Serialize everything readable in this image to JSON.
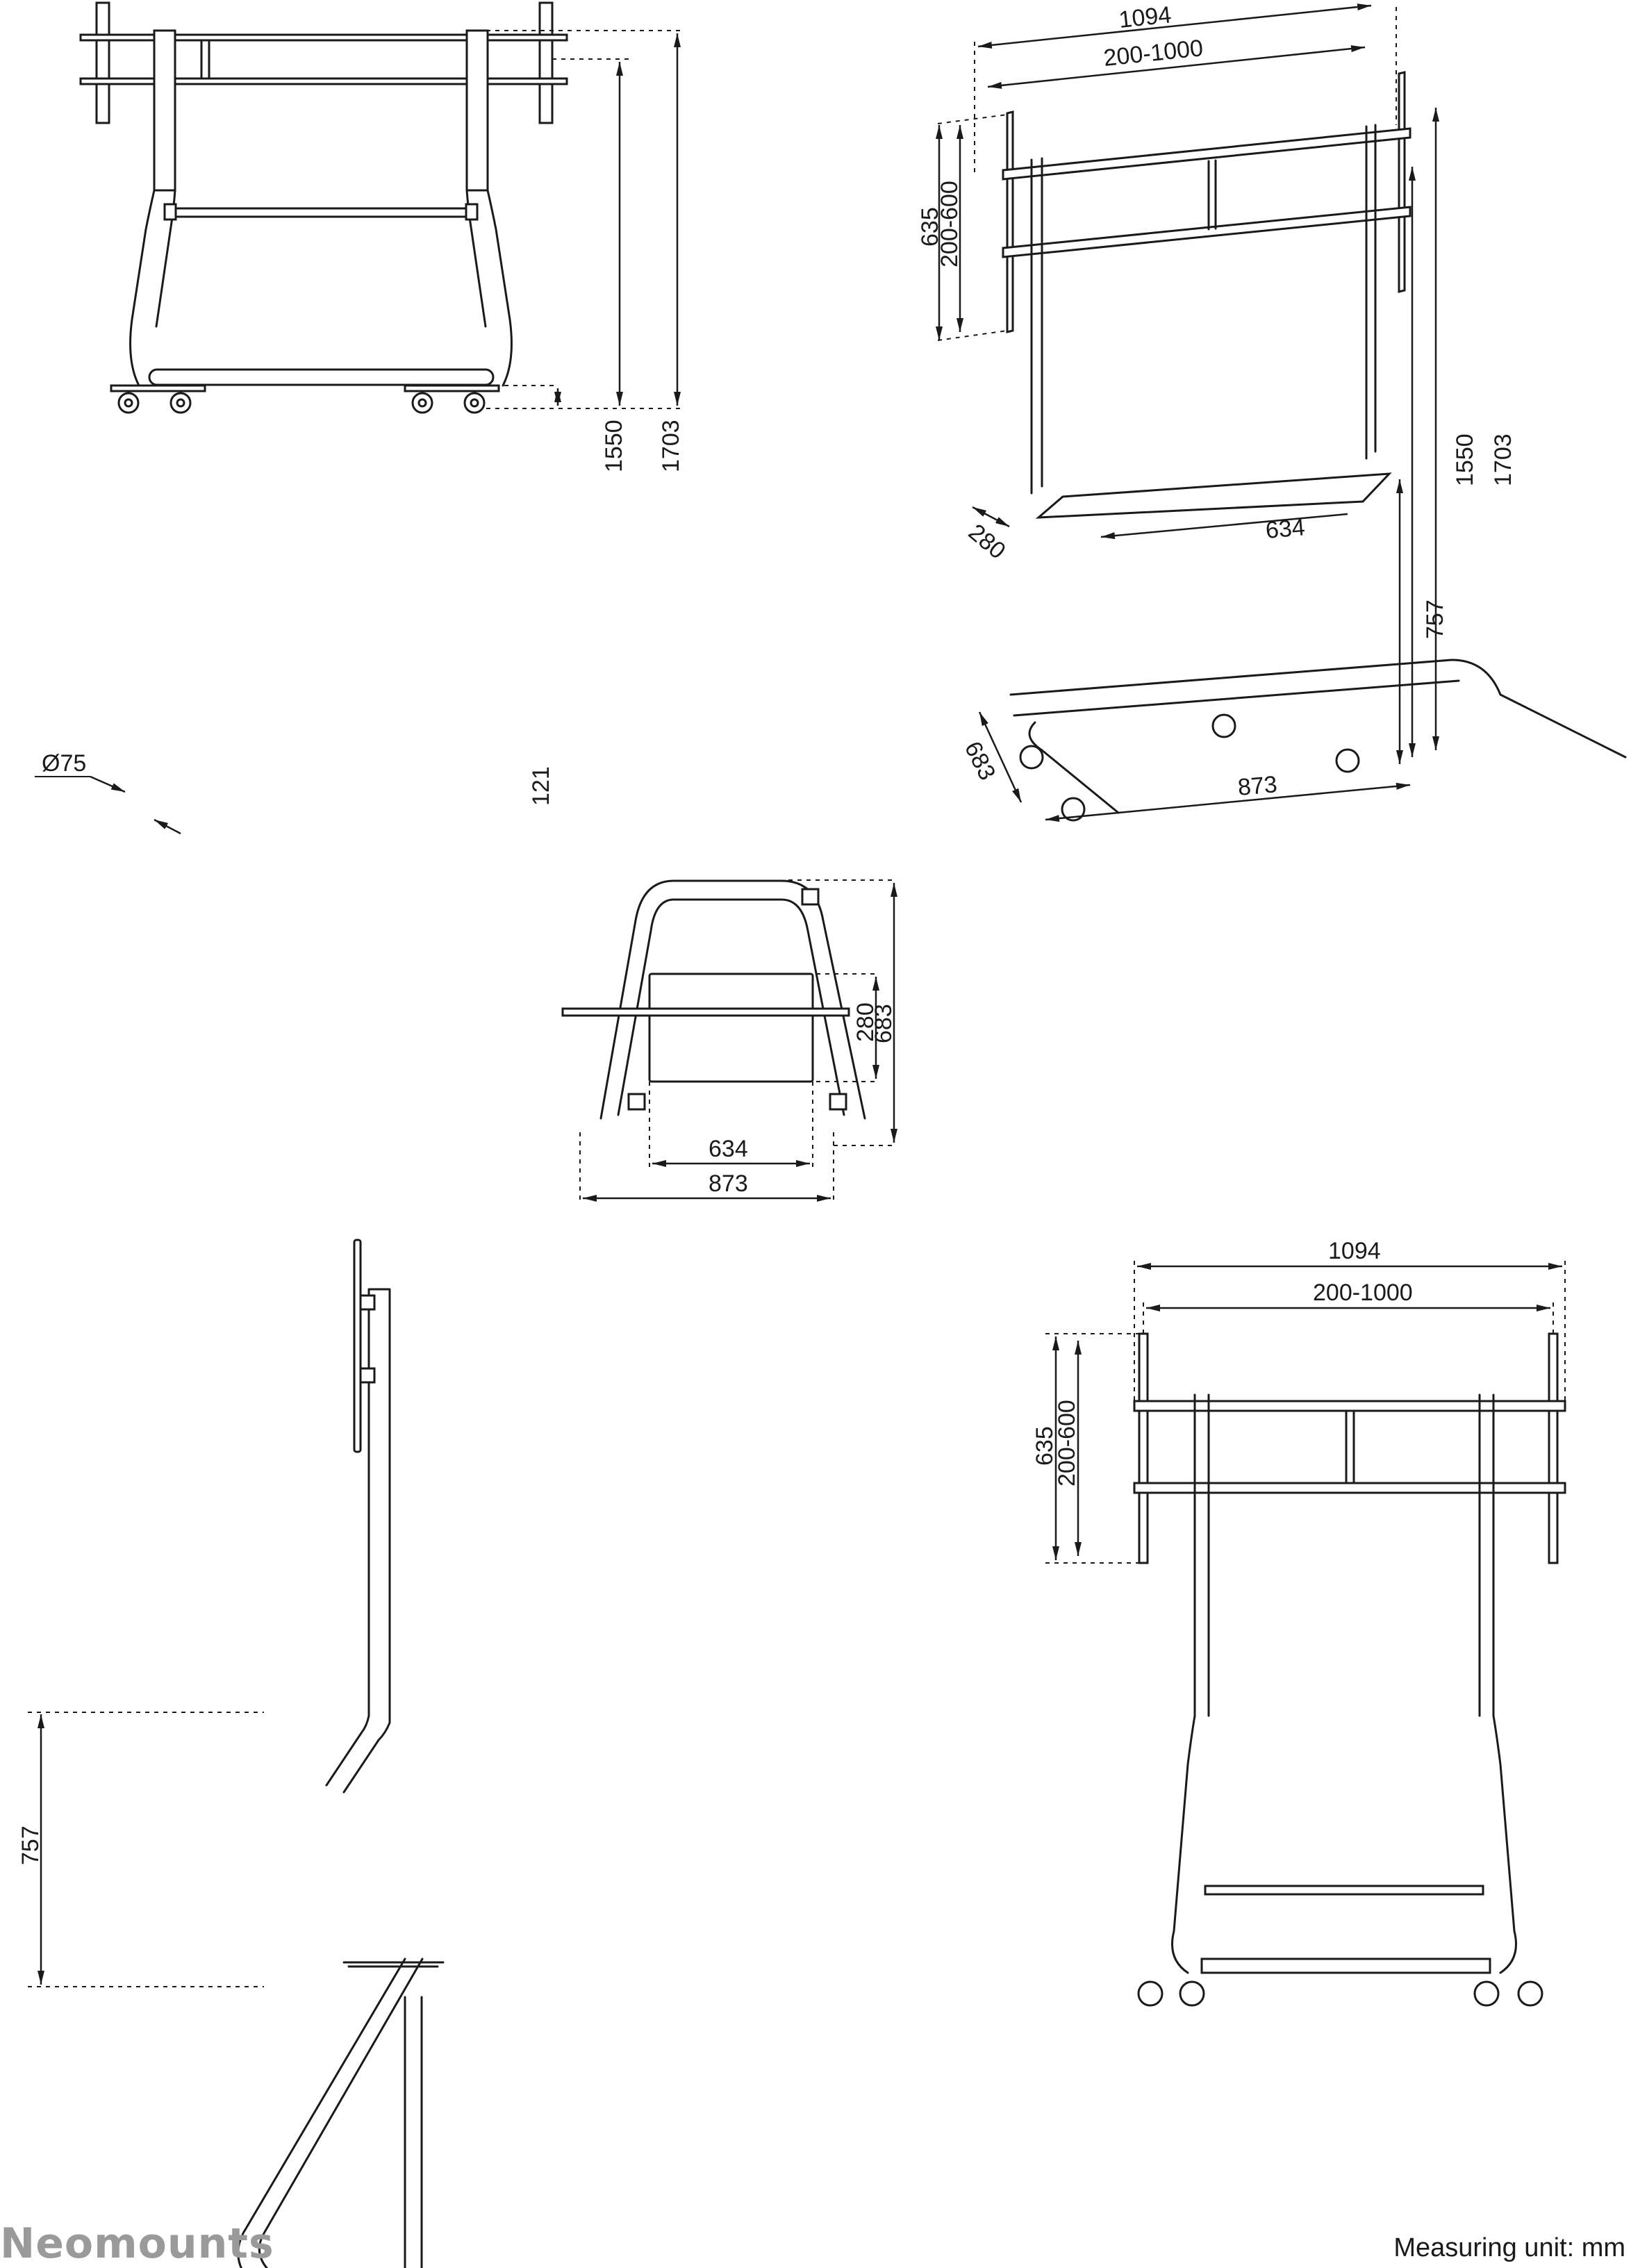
{
  "brand": {
    "logo_text": "Neomounts",
    "logo_color": "#9a9a9a"
  },
  "footer": {
    "measuring_unit": "Measuring unit: mm"
  },
  "views": {
    "front": {
      "caster_diameter": "Ø75",
      "caster_height": "121",
      "bracket_center_height": "1550",
      "total_height": "1703"
    },
    "perspective": {
      "total_width": "1094",
      "vesa_width_range": "200-1000",
      "bracket_height": "635",
      "vesa_height_range": "200-600",
      "shelf_depth": "280",
      "shelf_width": "634",
      "shelf_height": "757",
      "bracket_center_height": "1550",
      "total_height": "1703",
      "base_depth": "683",
      "base_width": "873"
    },
    "top": {
      "shelf_depth": "280",
      "base_depth": "683",
      "shelf_width": "634",
      "base_width": "873"
    },
    "side": {
      "shelf_height": "757"
    },
    "rear": {
      "total_width": "1094",
      "vesa_width_range": "200-1000",
      "bracket_height": "635",
      "vesa_height_range": "200-600"
    }
  },
  "colors": {
    "line": "#1a1a1a",
    "background": "#ffffff"
  }
}
